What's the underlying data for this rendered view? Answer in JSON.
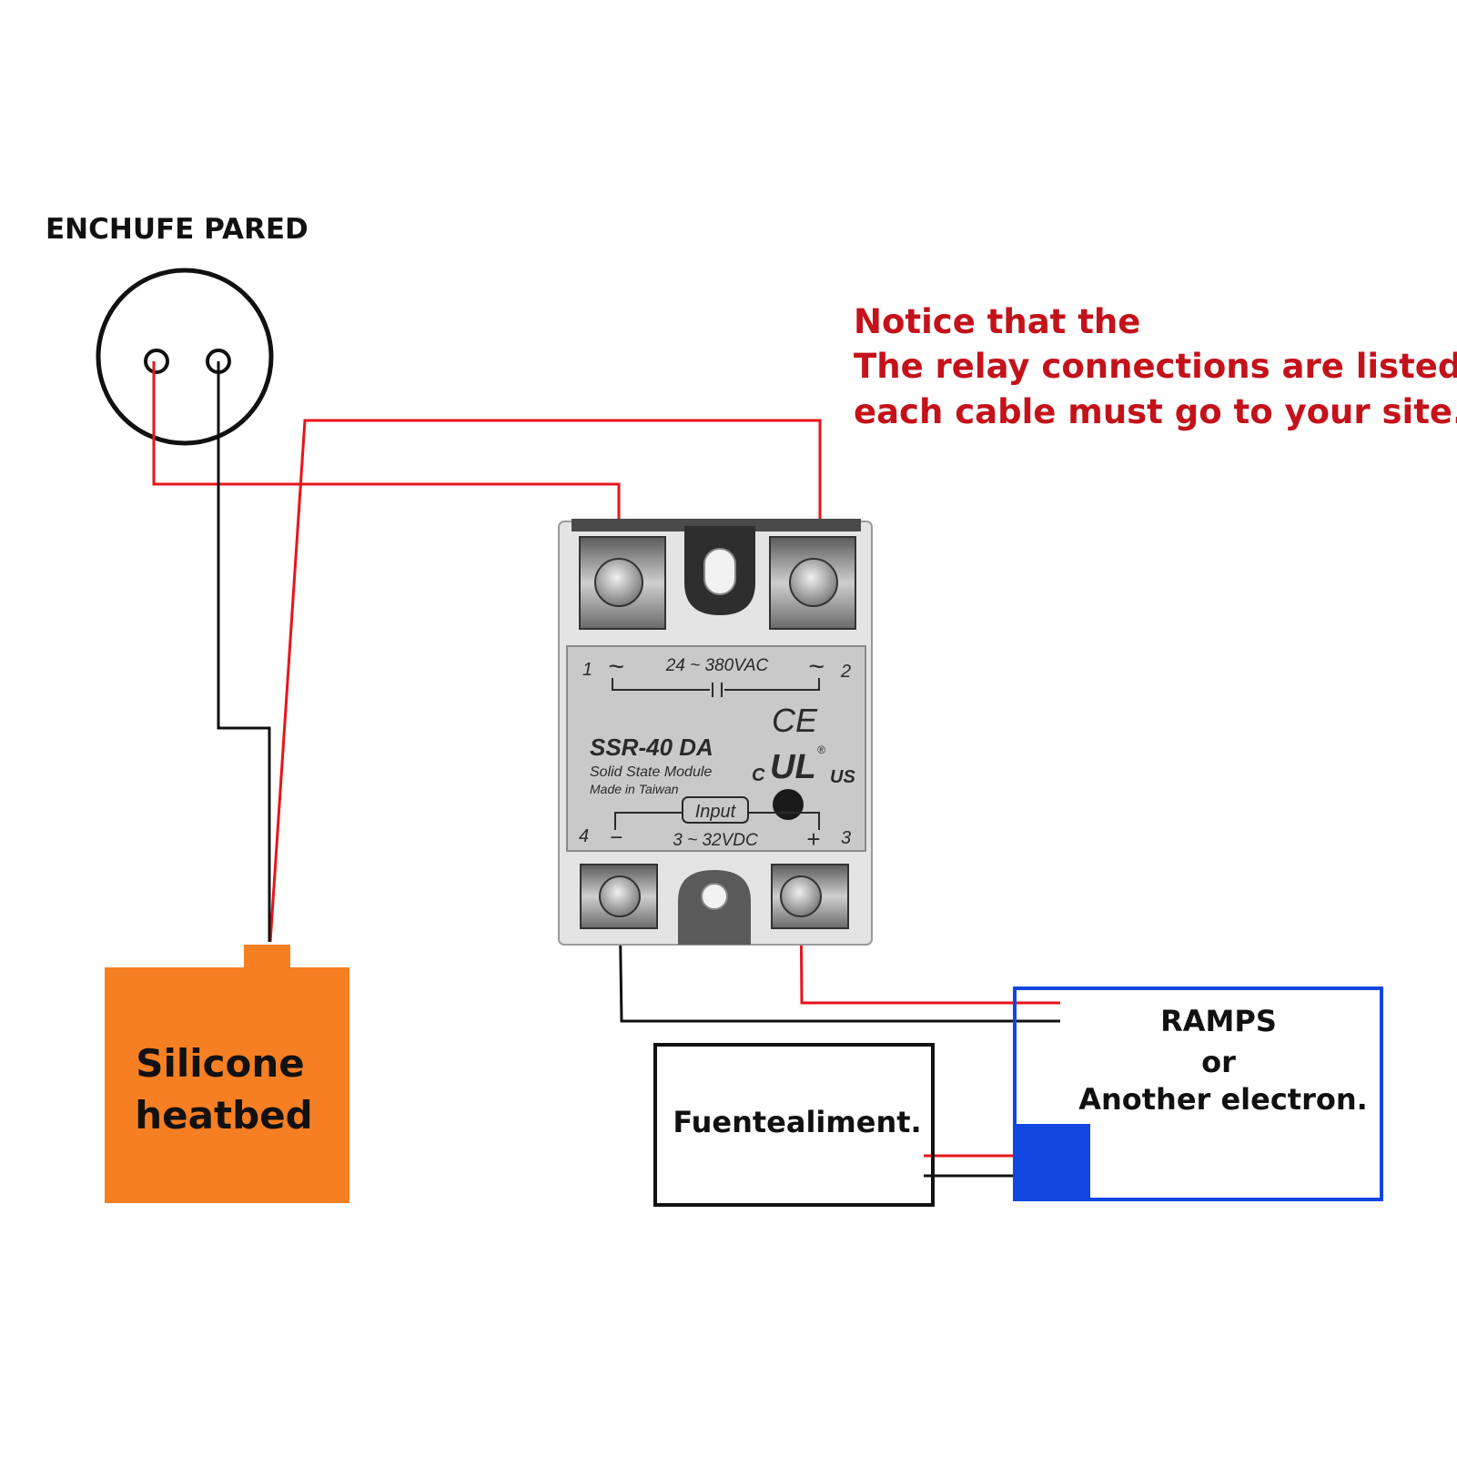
{
  "outlet": {
    "title": "ENCHUFE PARED"
  },
  "notice": {
    "lines": [
      "Notice that the",
      "The relay connections are listed,",
      "each cable must go to your site."
    ]
  },
  "heatbed": {
    "line1": "Silicone",
    "line2": "heatbed"
  },
  "relay": {
    "ac_range": "24 ~ 380VAC",
    "model": "SSR-40 DA",
    "subtitle": "Solid State Module",
    "made_in": "Made in Taiwan",
    "input_label": "Input",
    "dc_range": "3 ~ 32VDC",
    "terminal_1": "1",
    "terminal_2": "2",
    "terminal_3": "3",
    "terminal_4": "4",
    "ac_symbol": "~",
    "minus": "−",
    "plus": "+",
    "ce_mark": "CE",
    "ul_c": "C",
    "ul_mark": "UL",
    "ul_us": "US",
    "ul_reg": "®"
  },
  "controller": {
    "line1": "RAMPS",
    "line2": "or",
    "line3": "Another electron."
  },
  "power_supply": {
    "label": "Fuentealiment."
  },
  "colors": {
    "wire_red": "#e8141b",
    "wire_black": "#111111",
    "notice_red": "#c4121a",
    "heatbed_orange": "#f77f23",
    "controller_blue": "#1246e0",
    "relay_gray": "#bdbdbd"
  }
}
